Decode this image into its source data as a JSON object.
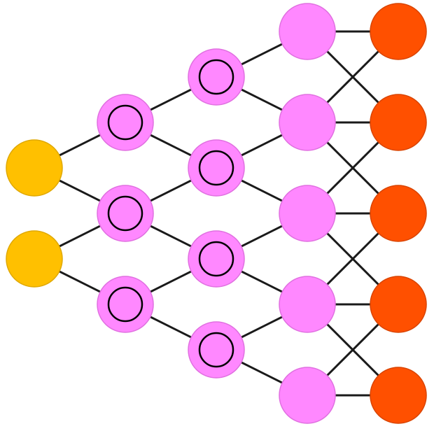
{
  "colors": {
    "input": "#FFC000",
    "input_stroke": "#E0A800",
    "hidden": "#FF88FF",
    "hidden_stroke": "#E070E0",
    "pre_output": "#FF88FF",
    "output": "#FF5000",
    "output_stroke": "#D94400",
    "edge": "#1a1a1a",
    "inner_ring": "#000000"
  },
  "layers": [
    {
      "name": "input",
      "count": 2,
      "inner_ring": false
    },
    {
      "name": "hidden-1",
      "count": 3,
      "inner_ring": true
    },
    {
      "name": "hidden-2",
      "count": 4,
      "inner_ring": true
    },
    {
      "name": "pre-output",
      "count": 5,
      "inner_ring": false
    },
    {
      "name": "output",
      "count": 5,
      "inner_ring": false
    }
  ],
  "edges": [
    [
      [
        0,
        0
      ],
      [
        1,
        0
      ]
    ],
    [
      [
        0,
        0
      ],
      [
        1,
        1
      ]
    ],
    [
      [
        0,
        1
      ],
      [
        1,
        1
      ]
    ],
    [
      [
        0,
        1
      ],
      [
        1,
        2
      ]
    ],
    [
      [
        1,
        0
      ],
      [
        2,
        0
      ]
    ],
    [
      [
        1,
        0
      ],
      [
        2,
        1
      ]
    ],
    [
      [
        1,
        1
      ],
      [
        2,
        1
      ]
    ],
    [
      [
        1,
        1
      ],
      [
        2,
        2
      ]
    ],
    [
      [
        1,
        2
      ],
      [
        2,
        2
      ]
    ],
    [
      [
        1,
        2
      ],
      [
        2,
        3
      ]
    ],
    [
      [
        2,
        0
      ],
      [
        3,
        0
      ]
    ],
    [
      [
        2,
        0
      ],
      [
        3,
        1
      ]
    ],
    [
      [
        2,
        1
      ],
      [
        3,
        1
      ]
    ],
    [
      [
        2,
        1
      ],
      [
        3,
        2
      ]
    ],
    [
      [
        2,
        2
      ],
      [
        3,
        2
      ]
    ],
    [
      [
        2,
        2
      ],
      [
        3,
        3
      ]
    ],
    [
      [
        2,
        3
      ],
      [
        3,
        3
      ]
    ],
    [
      [
        2,
        3
      ],
      [
        3,
        4
      ]
    ],
    [
      [
        3,
        0
      ],
      [
        4,
        0
      ]
    ],
    [
      [
        3,
        0
      ],
      [
        4,
        1
      ]
    ],
    [
      [
        3,
        1
      ],
      [
        4,
        0
      ]
    ],
    [
      [
        3,
        1
      ],
      [
        4,
        1
      ]
    ],
    [
      [
        3,
        1
      ],
      [
        4,
        2
      ]
    ],
    [
      [
        3,
        2
      ],
      [
        4,
        1
      ]
    ],
    [
      [
        3,
        2
      ],
      [
        4,
        2
      ]
    ],
    [
      [
        3,
        2
      ],
      [
        4,
        3
      ]
    ],
    [
      [
        3,
        3
      ],
      [
        4,
        2
      ]
    ],
    [
      [
        3,
        3
      ],
      [
        4,
        3
      ]
    ],
    [
      [
        3,
        3
      ],
      [
        4,
        4
      ]
    ],
    [
      [
        3,
        4
      ],
      [
        4,
        3
      ]
    ],
    [
      [
        3,
        4
      ],
      [
        4,
        4
      ]
    ]
  ]
}
